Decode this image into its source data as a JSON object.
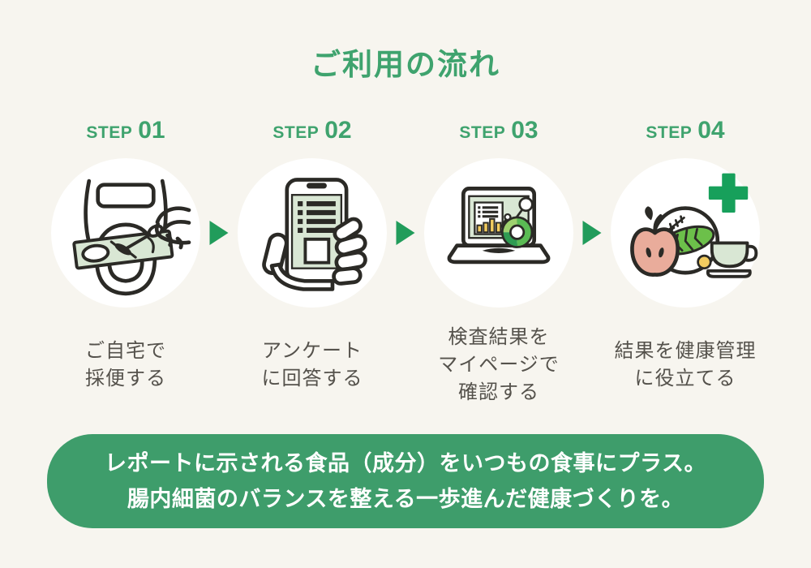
{
  "page": {
    "title": "ご利用の流れ"
  },
  "colors": {
    "background": "#F7F5EF",
    "accent_green": "#3FA36E",
    "arrow_green": "#219C5B",
    "banner_green": "#3E9D6B",
    "caption_gray": "#55524C",
    "banner_text": "#FFFFFF",
    "icon_outline": "#2B2A26",
    "icon_light_green": "#D9E7D4",
    "icon_yellow": "#F2CC60",
    "icon_fish_green": "#6CC04A",
    "icon_apple_pink": "#E9AC9B",
    "plus_green": "#17A05B"
  },
  "steps": [
    {
      "label": "STEP",
      "number": "01",
      "icon": "toilet-sampling-icon",
      "caption_lines": [
        "ご自宅で",
        "採便する"
      ]
    },
    {
      "label": "STEP",
      "number": "02",
      "icon": "smartphone-survey-icon",
      "caption_lines": [
        "アンケート",
        "に回答する"
      ]
    },
    {
      "label": "STEP",
      "number": "03",
      "icon": "laptop-results-icon",
      "caption_lines": [
        "検査結果を",
        "マイページで",
        "確認する"
      ]
    },
    {
      "label": "STEP",
      "number": "04",
      "icon": "meal-health-icon",
      "caption_lines": [
        "結果を健康管理",
        "に役立てる"
      ]
    }
  ],
  "banner": {
    "lines": [
      "レポートに示される食品（成分）をいつもの食事にプラス。",
      "腸内細菌のバランスを整える一歩進んだ健康づくりを。"
    ]
  }
}
